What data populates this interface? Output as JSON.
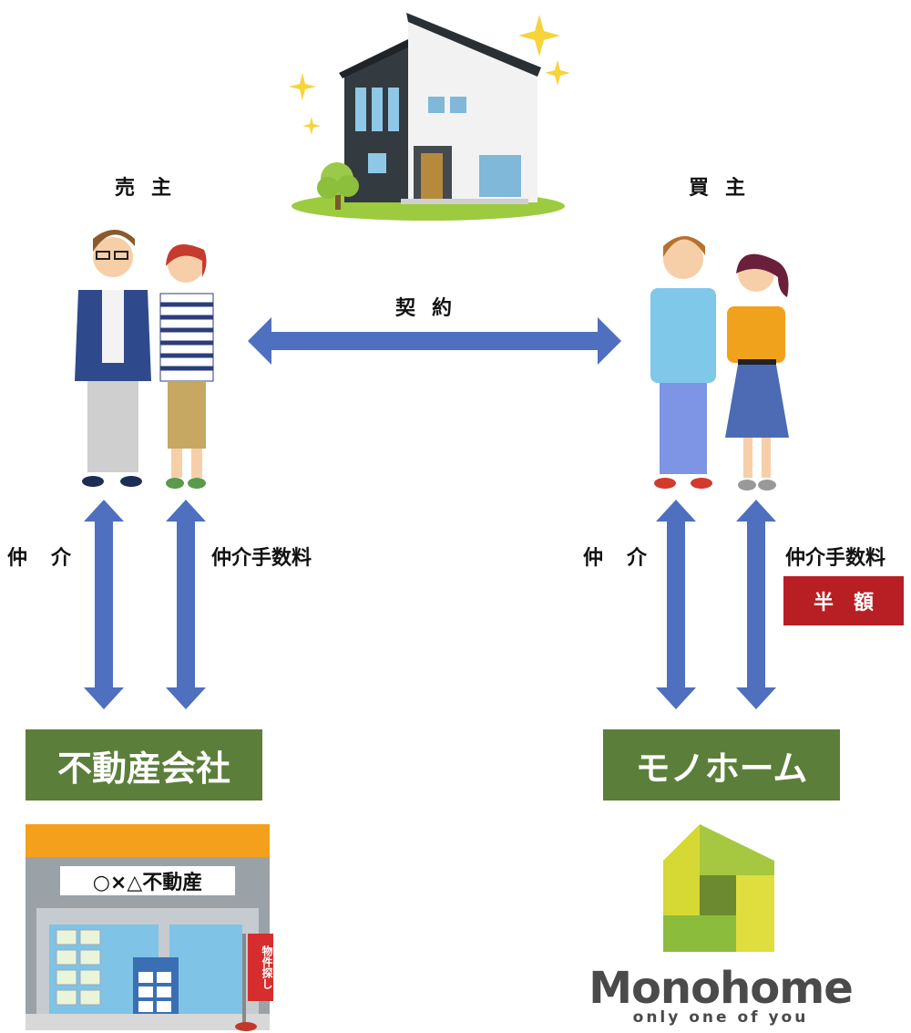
{
  "roles": {
    "seller": "売主",
    "buyer": "買主",
    "contract": "契約"
  },
  "left": {
    "mediation": "仲介",
    "fee": "仲介手数料",
    "company": "不動産会社",
    "store_sign": "○×△不動産",
    "banner": "物件探し"
  },
  "right": {
    "mediation": "仲介",
    "fee": "仲介手数料",
    "half_price": "半額",
    "company": "モノホーム",
    "brand": "Monohome",
    "tagline": "only one of you"
  },
  "colors": {
    "arrow": "#4f6fbf",
    "green_box": "#5b7f3a",
    "red_box": "#b81f24"
  }
}
